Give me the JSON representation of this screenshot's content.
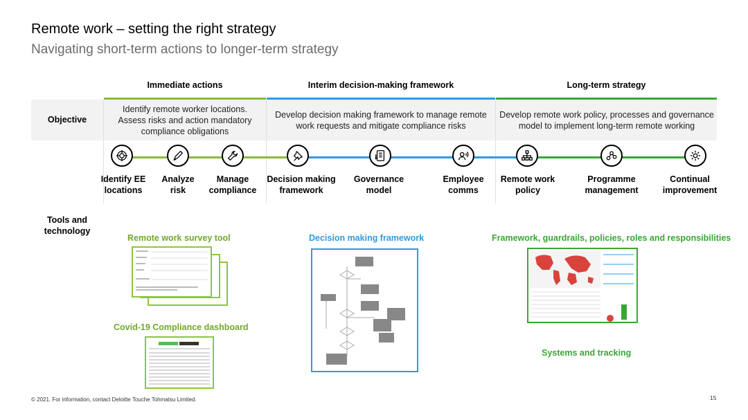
{
  "header": {
    "title": "Remote work – setting the right strategy",
    "subtitle": "Navigating short-term actions to longer-term strategy"
  },
  "phases": [
    {
      "title": "Immediate actions",
      "color": "#8cb83f"
    },
    {
      "title": "Interim decision-making framework",
      "color": "#2d9be0"
    },
    {
      "title": "Long-term strategy",
      "color": "#3aa535"
    }
  ],
  "objective": {
    "label": "Objective",
    "items": [
      "Identify remote worker locations. Assess risks and action mandatory compliance obligations",
      "Develop decision making framework to manage remote work requests and mitigate compliance risks",
      "Develop remote work policy, processes and governance model to implement long-term remote working"
    ]
  },
  "steps": [
    {
      "label1": "Identify EE",
      "label2": "locations",
      "icon": "target-icon"
    },
    {
      "label1": "Analyze",
      "label2": "risk",
      "icon": "pen-icon"
    },
    {
      "label1": "Manage",
      "label2": "compliance",
      "icon": "wrench-icon"
    },
    {
      "label1": "Decision making",
      "label2": "framework",
      "icon": "pin-icon"
    },
    {
      "label1": "Governance",
      "label2": "model",
      "icon": "document-icon"
    },
    {
      "label1": "Employee",
      "label2": "comms",
      "icon": "person-speaking-icon"
    },
    {
      "label1": "Remote work",
      "label2": "policy",
      "icon": "org-chart-icon"
    },
    {
      "label1": "Programme",
      "label2": "management",
      "icon": "network-icon"
    },
    {
      "label1": "Continual",
      "label2": "improvement",
      "icon": "gear-icon"
    }
  ],
  "tools": {
    "label1": "Tools and",
    "label2": "technology",
    "survey_title": "Remote work survey tool",
    "dashboard_title": "Covid-19 Compliance dashboard",
    "framework_title": "Decision making framework",
    "long_term_title": "Framework, guardrails, policies, roles and responsibilities",
    "systems_title": "Systems and tracking"
  },
  "footer": {
    "copyright": "© 2021. For information, contact Deloitte Touche Tohmatsu Limited.",
    "page_number": "15"
  }
}
